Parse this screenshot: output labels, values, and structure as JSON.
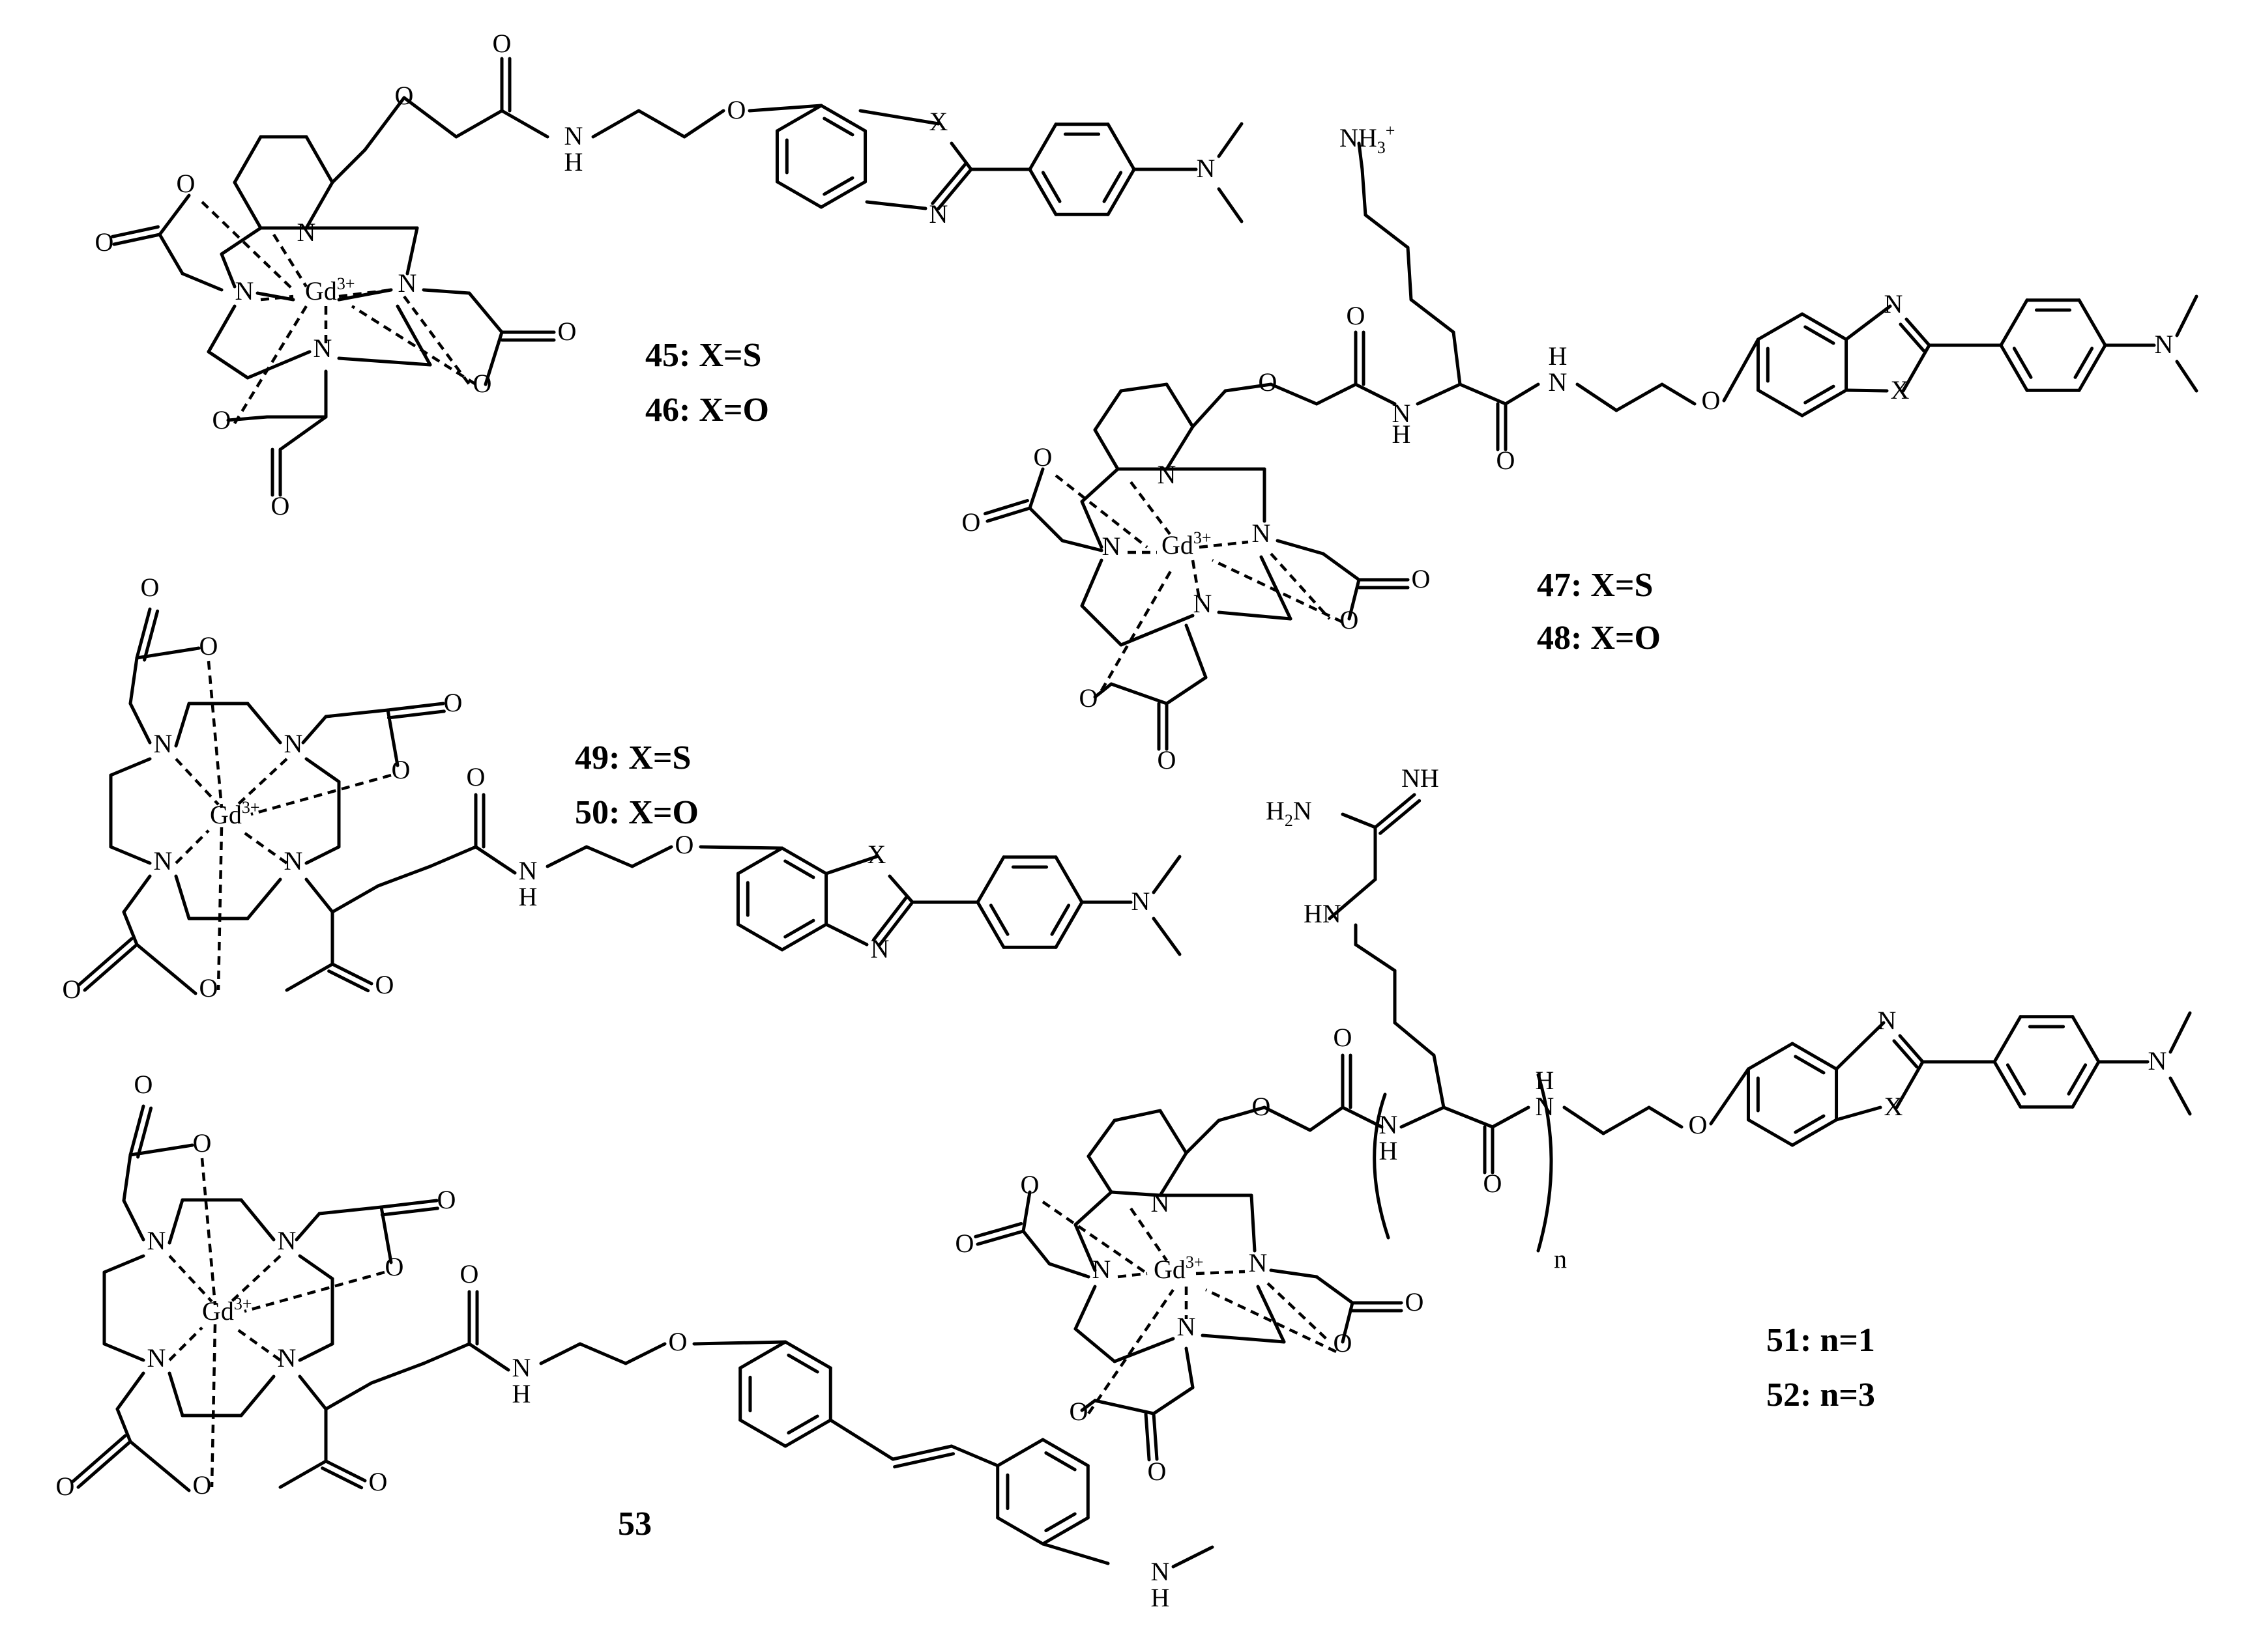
{
  "labels": {
    "c45": "45: X=S",
    "c46": "46: X=O",
    "c47": "47: X=S",
    "c48": "48: X=O",
    "c49": "49: X=S",
    "c50": "50: X=O",
    "c51": "51: n=1",
    "c52": "52: n=3",
    "c53": "53"
  },
  "atoms": {
    "O": "O",
    "N": "N",
    "H": "H",
    "X": "X",
    "HN": "HN",
    "Gd": "Gd",
    "Gd_charge": "3+",
    "NH3": "NH",
    "NH3_sub": "3",
    "NH3_charge": "+",
    "H2N": "H",
    "H2N_sub": "2",
    "H2N_N": "N",
    "NH": "NH",
    "n": "n"
  },
  "colors": {
    "ink": "#000000",
    "background": "#ffffff"
  }
}
